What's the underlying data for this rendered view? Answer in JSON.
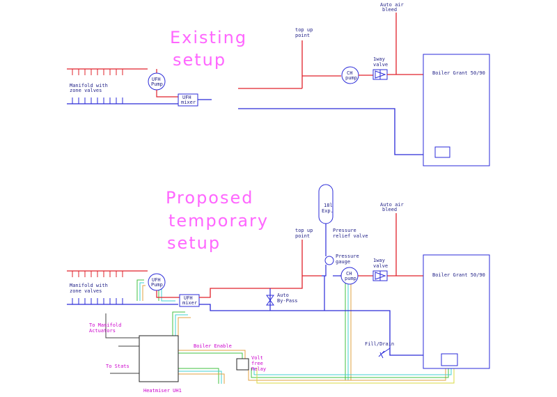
{
  "colors": {
    "flow": "#e0202a",
    "return": "#2a2ad8",
    "wire_green": "#40c040",
    "wire_cyan": "#40d0d0",
    "wire_orange": "#e0a040",
    "wire_yellow": "#d8d840",
    "heading": "#ff66ff",
    "label": "#222288",
    "magenta_label": "#cc00cc"
  },
  "existing": {
    "title_lines": [
      "Existing",
      "setup"
    ],
    "manifold_label_lines": [
      "Manifold with",
      "zone valves"
    ],
    "ufh_pump_lines": [
      "UFH",
      "Pump"
    ],
    "ufh_mixer_lines": [
      "UFH",
      "mixer"
    ],
    "top_up_lines": [
      "top up",
      "point"
    ],
    "ch_pump_lines": [
      "CH",
      "pump"
    ],
    "valve_lines": [
      "1way",
      "valve"
    ],
    "air_bleed_lines": [
      "Auto air",
      "bleed"
    ],
    "boiler_label": "Boiler Grant 50/90"
  },
  "proposed": {
    "title_lines": [
      "Proposed",
      "temporary",
      "setup"
    ],
    "manifold_label_lines": [
      "Manifold with",
      "zone valves"
    ],
    "ufh_pump_lines": [
      "UFH",
      "Pump"
    ],
    "ufh_mixer_lines": [
      "UFH",
      "mixer"
    ],
    "expansion_lines": [
      "18l",
      "Exp."
    ],
    "relief_lines": [
      "Pressure",
      "relief valve"
    ],
    "top_up_lines": [
      "top up",
      "point"
    ],
    "gauge_lines": [
      "Pressure",
      "gauge"
    ],
    "ch_pump_lines": [
      "CH",
      "pump"
    ],
    "valve_lines": [
      "1way",
      "valve"
    ],
    "air_bleed_lines": [
      "Auto air",
      "bleed"
    ],
    "boiler_label": "Boiler Grant 50/90",
    "bypass_lines": [
      "Auto",
      "By-Pass"
    ],
    "fill_drain": "Fill/Drain",
    "actuators_lines": [
      "To Manifold",
      "Actuators"
    ],
    "stats": "To Stats",
    "boiler_enable": "Boiler Enable",
    "relay_lines": [
      "Volt",
      "free",
      "Relay"
    ],
    "heatmiser": "Heatmiser UH1"
  }
}
